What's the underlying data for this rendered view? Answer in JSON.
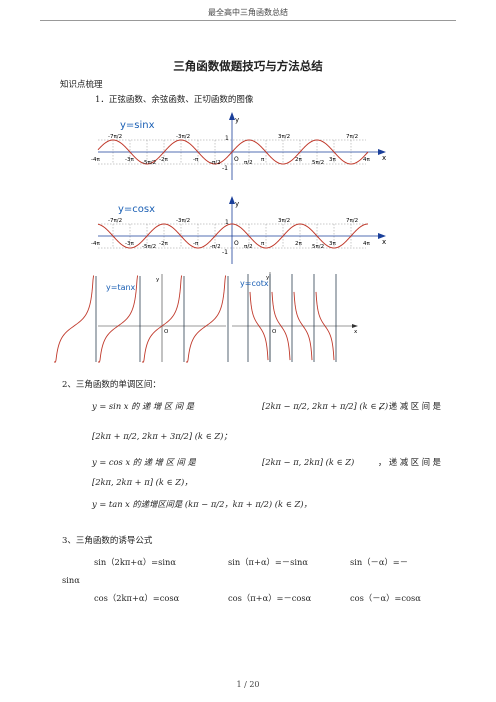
{
  "header": "最全高中三角函数总结",
  "title": "三角函数做题技巧与方法总结",
  "section_heading": "知识点梳理",
  "item1": "1．正弦函数、余弦函数、正切函数的图像",
  "graphs": {
    "sin_label": "y=sinx",
    "cos_label": "y=cosx",
    "tan_label": "y=tanx",
    "cot_label": "y=cotx",
    "y_axis": "y",
    "x_axis": "x",
    "origin": "O",
    "one": "1",
    "neg_one": "-1",
    "sin_ticks": [
      "-4π",
      "-7π/2",
      "-3π",
      "-5π/2",
      "-2π",
      "-3π/2",
      "-π",
      "-π/2",
      "π/2",
      "π",
      "3π/2",
      "2π",
      "5π/2",
      "3π",
      "7π/2",
      "4π"
    ],
    "colors": {
      "curve": "#c0392b",
      "axis": "#1a3f9a",
      "label": "#1a5fb4",
      "asymptote": "#2c3e50"
    }
  },
  "item2": "2、三角函数的单调区间：",
  "mono": {
    "sin_a": "y = sin x  的 递 增 区 间 是",
    "sin_interval": "[2kπ − π/2, 2kπ + π/2]  (k ∈ Z)",
    "sin_b": "，  递 减 区 间 是",
    "sin_dec": "[2kπ + π/2, 2kπ + 3π/2]  (k ∈ Z)；",
    "cos_a": "y = cos x  的 递 增 区 间 是",
    "cos_interval": "[2kπ − π, 2kπ]  (k ∈ Z)",
    "cos_b": "，  递 减 区 间 是",
    "cos_dec": "[2kπ, 2kπ + π]  (k ∈ Z)，",
    "tan_line": "y = tan x 的递增区间是 (kπ − π/2，kπ + π/2)  (k ∈ Z)，"
  },
  "item3": "3、三角函数的诱导公式",
  "induction": {
    "r1c1": "sin（2kπ+α）=sinα",
    "r1c2": "sin（π+α）=－sinα",
    "r1c3": "sin（－α）=－",
    "r1c4": "sinα",
    "r2c1": "cos（2kπ+α）=cosα",
    "r2c2": "cos（π+α）=－cosα",
    "r2c3": "cos（－α）=cosα"
  },
  "footer": "1 / 20"
}
